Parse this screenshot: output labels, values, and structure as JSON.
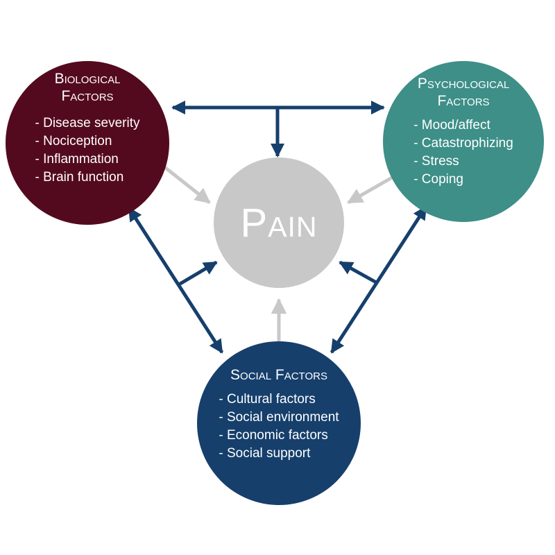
{
  "colors": {
    "biological": "#540a1e",
    "psychological": "#3d8f88",
    "social": "#163f6c",
    "pain": "#c8c8c8",
    "arrow_dark": "#163f6c",
    "arrow_light": "#c8c8c8"
  },
  "center": {
    "label": "Pain"
  },
  "biological": {
    "title_line1": "Biological",
    "title_line2": "Factors",
    "items": [
      "- Disease severity",
      "- Nociception",
      "- Inflammation",
      "- Brain function"
    ]
  },
  "psychological": {
    "title_line1": "Psychological",
    "title_line2": "Factors",
    "items": [
      "- Mood/affect",
      "- Catastrophizing",
      "- Stress",
      "- Coping"
    ]
  },
  "social": {
    "title": "Social Factors",
    "items": [
      "- Cultural factors",
      "- Social environment",
      "- Economic factors",
      "- Social support"
    ]
  }
}
